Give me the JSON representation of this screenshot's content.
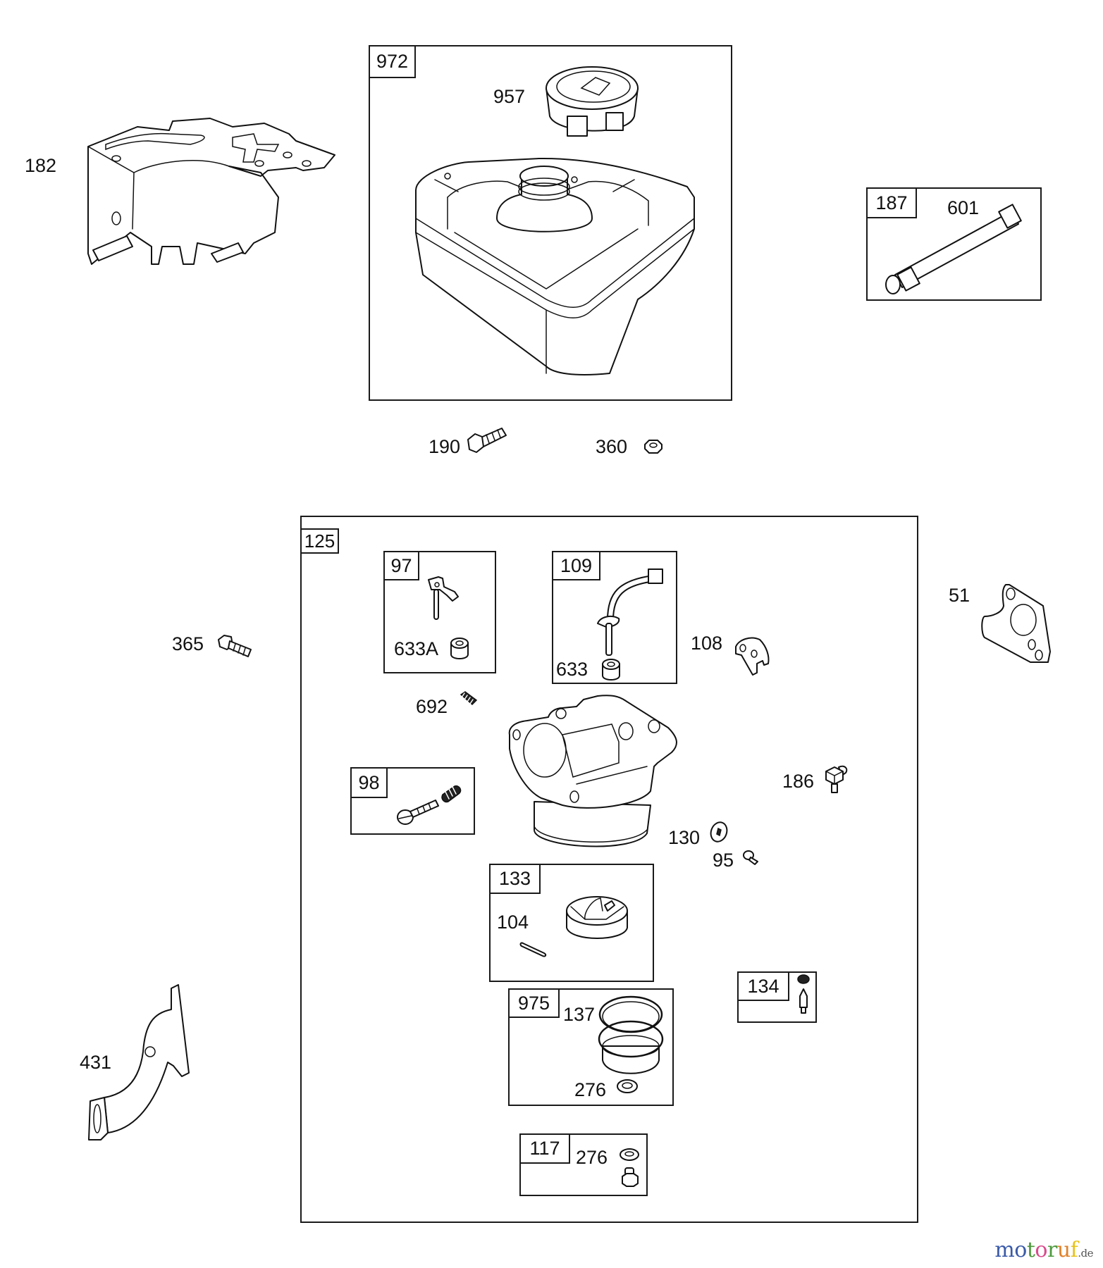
{
  "diagram": {
    "title": "Fuel tank and carburetor exploded parts diagram",
    "watermark": {
      "letters": [
        {
          "char": "m",
          "color": "#3b5ba8"
        },
        {
          "char": "o",
          "color": "#3b5ba8"
        },
        {
          "char": "t",
          "color": "#4e9a3e"
        },
        {
          "char": "o",
          "color": "#d94b8c"
        },
        {
          "char": "r",
          "color": "#4e9a3e"
        },
        {
          "char": "u",
          "color": "#e0812a"
        },
        {
          "char": "f",
          "color": "#e8c21a"
        }
      ],
      "tld": ".de"
    },
    "loose_parts": {
      "bracket": "182",
      "tank_screw": "190",
      "nut": "360",
      "carb_bolt": "365",
      "gasket": "51",
      "intake_elbow": "431"
    },
    "kits": {
      "fuel_tank": {
        "kit": "972",
        "cap": "957"
      },
      "fuel_line": {
        "kit": "187",
        "hose": "601"
      },
      "carburetor": {
        "kit": "125",
        "throttle_shaft": {
          "kit": "97",
          "seal": "633A"
        },
        "choke_shaft": {
          "kit": "109",
          "seal": "633"
        },
        "plate": "108",
        "spring": "692",
        "idle_screw": {
          "kit": "98"
        },
        "fitting": "186",
        "valve": "130",
        "screw": "95",
        "float": {
          "kit": "133",
          "pin": "104"
        },
        "needle": {
          "kit": "134"
        },
        "bowl": {
          "kit": "975",
          "oring": "137",
          "washer": "276"
        },
        "bowl_nut": {
          "kit": "117",
          "washer": "276"
        }
      }
    }
  }
}
